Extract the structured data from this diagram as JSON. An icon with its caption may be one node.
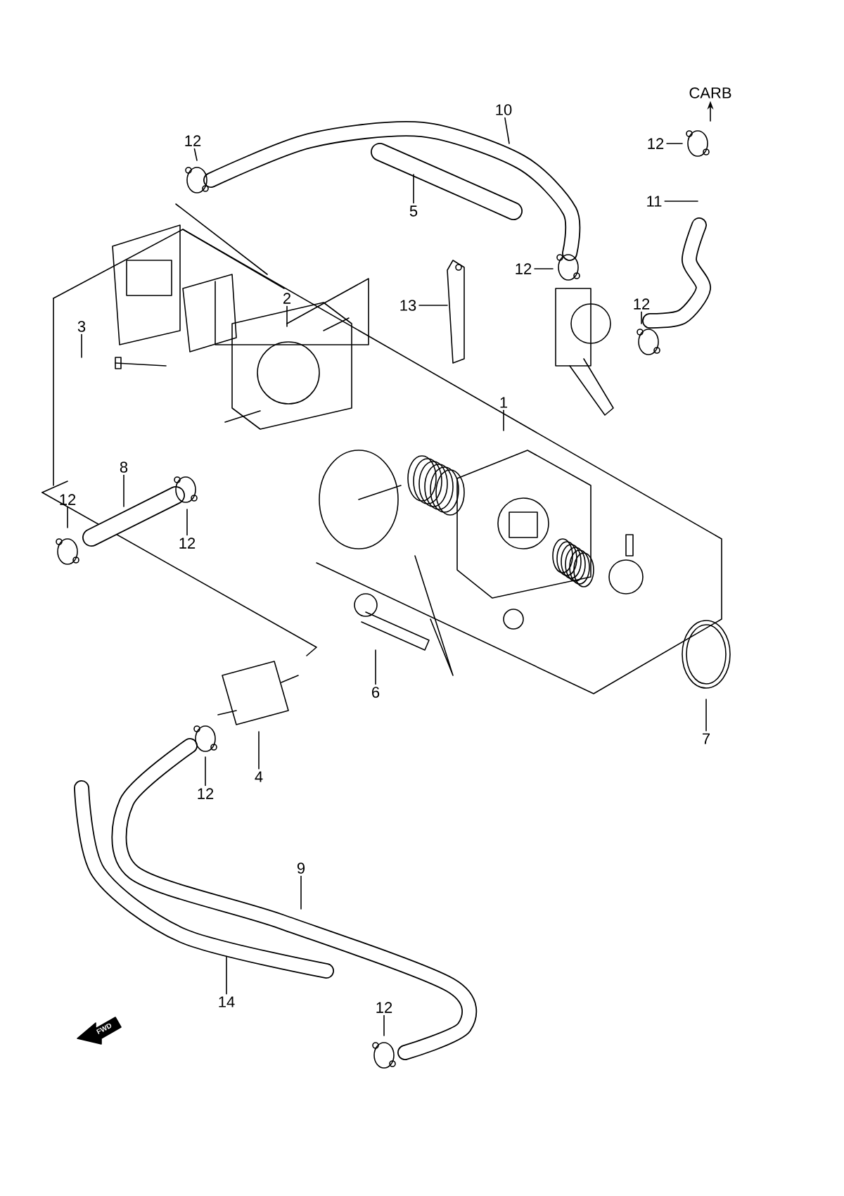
{
  "diagram": {
    "nodes": [
      {
        "text": [
          "CARB"
        ]
      },
      {
        "text": [
          "10"
        ]
      },
      {
        "text": [
          "12"
        ]
      },
      {
        "text": [
          "12"
        ]
      },
      {
        "text": [
          "11"
        ]
      },
      {
        "text": [
          "5"
        ]
      },
      {
        "text": [
          "12"
        ]
      },
      {
        "text": [
          "2"
        ]
      },
      {
        "text": [
          "13"
        ]
      },
      {
        "text": [
          "12"
        ]
      },
      {
        "text": [
          "3"
        ]
      },
      {
        "text": [
          "1"
        ]
      },
      {
        "text": [
          "8"
        ]
      },
      {
        "text": [
          "12"
        ]
      },
      {
        "text": [
          "12"
        ]
      },
      {
        "text": [
          "6"
        ]
      },
      {
        "text": [
          "7"
        ]
      },
      {
        "text": [
          "4"
        ]
      },
      {
        "text": [
          "12"
        ]
      },
      {
        "text": [
          "9"
        ]
      },
      {
        "text": [
          "14"
        ]
      },
      {
        "text": [
          "12"
        ]
      }
    ],
    "edges": [
      {
        "from": null,
        "to": 0,
        "arrow": "to"
      },
      {
        "from": 1,
        "to": null,
        "arrow": "none"
      },
      {
        "from": 2,
        "to": null,
        "arrow": "none"
      },
      {
        "from": 3,
        "to": null,
        "arrow": "none"
      },
      {
        "from": 4,
        "to": null,
        "arrow": "none"
      },
      {
        "from": 5,
        "to": null,
        "arrow": "none"
      },
      {
        "from": 6,
        "to": null,
        "arrow": "none"
      },
      {
        "from": 7,
        "to": null,
        "arrow": "none"
      },
      {
        "from": 8,
        "to": null,
        "arrow": "none"
      },
      {
        "from": 9,
        "to": null,
        "arrow": "none"
      },
      {
        "from": 10,
        "to": null,
        "arrow": "none"
      },
      {
        "from": 11,
        "to": null,
        "arrow": "none"
      },
      {
        "from": 12,
        "to": null,
        "arrow": "none"
      },
      {
        "from": 13,
        "to": null,
        "arrow": "none"
      },
      {
        "from": 14,
        "to": null,
        "arrow": "none"
      },
      {
        "from": 15,
        "to": null,
        "arrow": "none"
      },
      {
        "from": 16,
        "to": null,
        "arrow": "none"
      },
      {
        "from": 17,
        "to": null,
        "arrow": "none"
      },
      {
        "from": 18,
        "to": null,
        "arrow": "none"
      },
      {
        "from": 19,
        "to": null,
        "arrow": "none"
      },
      {
        "from": 20,
        "to": null,
        "arrow": "none"
      },
      {
        "from": 21,
        "to": null,
        "arrow": "none"
      }
    ],
    "labels": [
      "FWD"
    ]
  }
}
